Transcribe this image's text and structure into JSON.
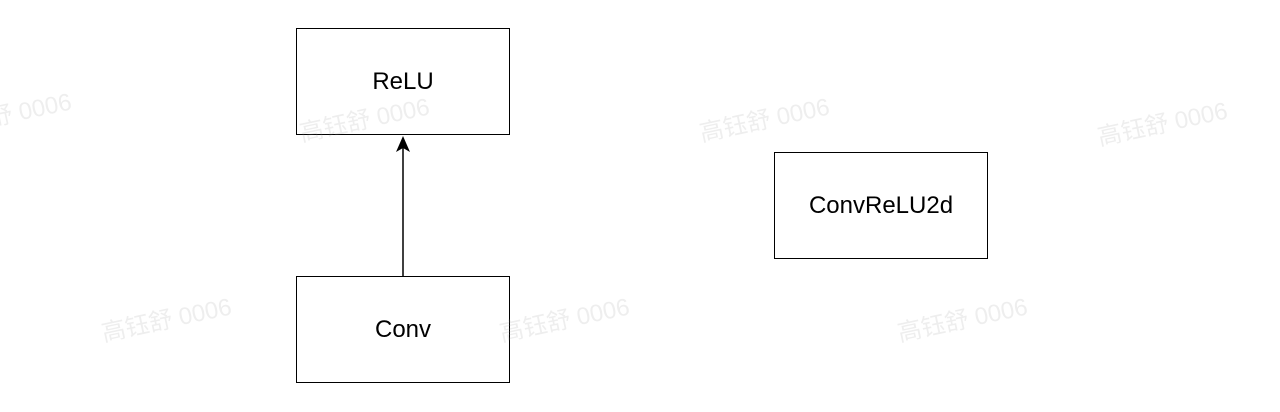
{
  "diagram": {
    "nodes": {
      "relu": "ReLU",
      "conv": "Conv",
      "convrelu": "ConvReLU2d"
    },
    "edges": [
      {
        "from": "Conv",
        "to": "ReLU"
      }
    ]
  },
  "watermark": {
    "text": "高钰舒 0006"
  },
  "colors": {
    "stroke": "#000000",
    "background": "#ffffff"
  }
}
